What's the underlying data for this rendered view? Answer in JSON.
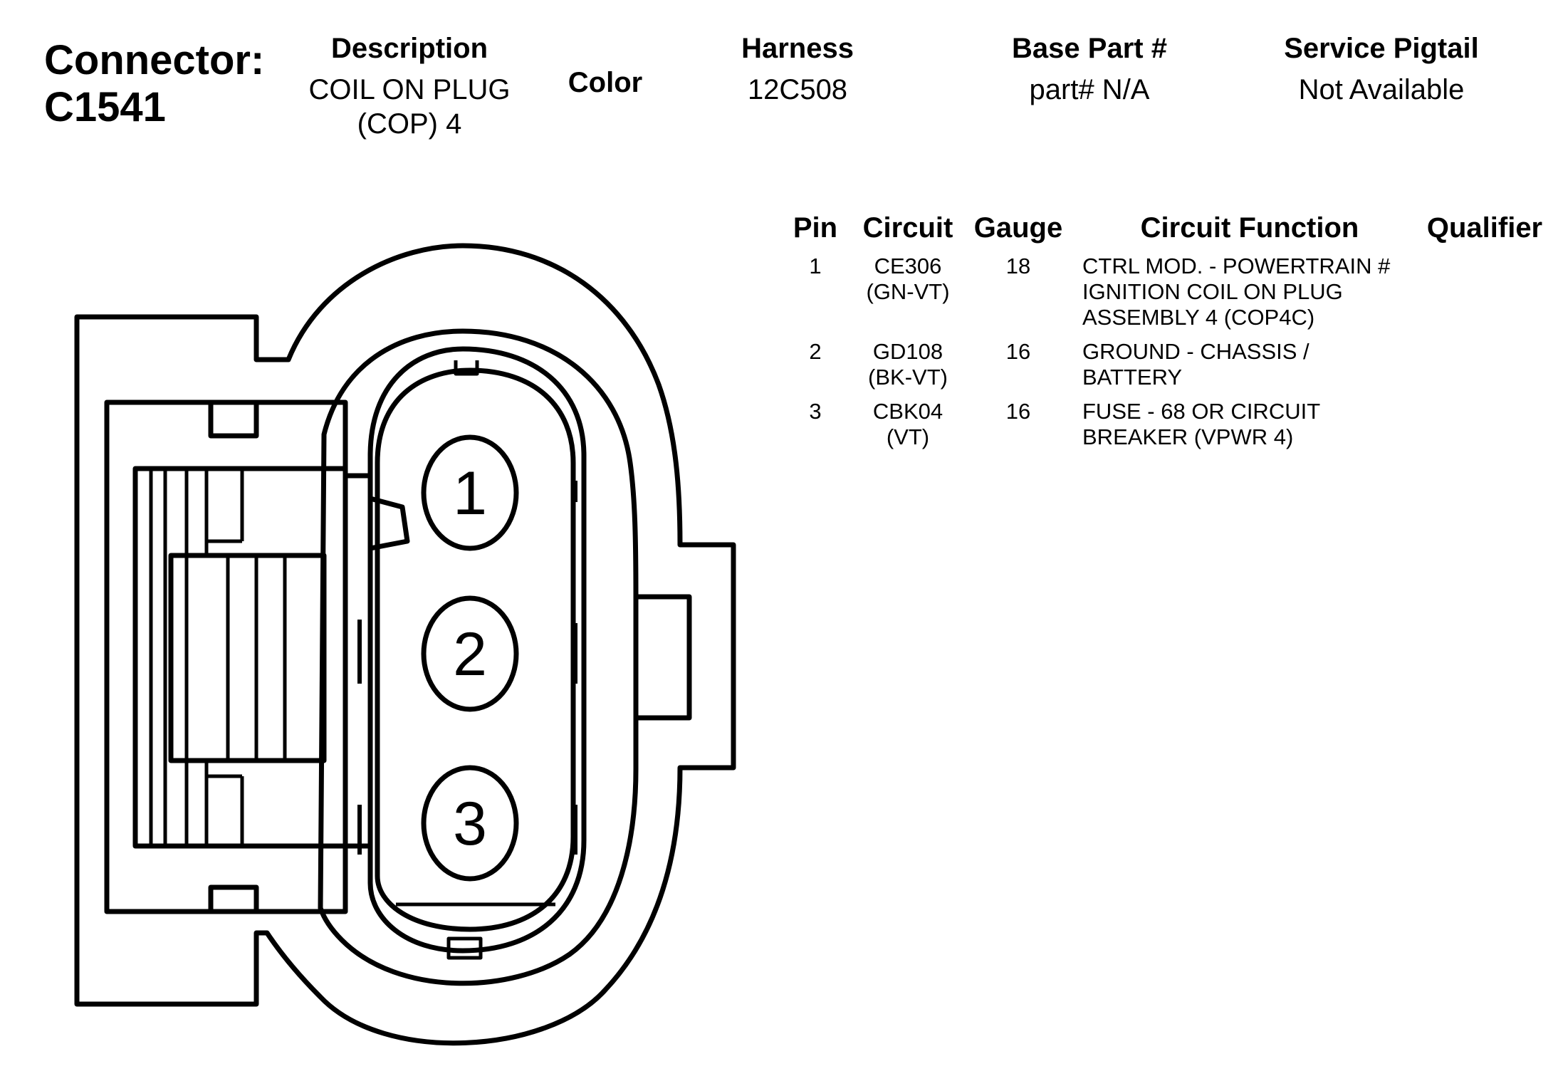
{
  "connector": {
    "label": "Connector:",
    "id": "C1541"
  },
  "header": {
    "description": {
      "label": "Description",
      "lines": [
        "COIL ON PLUG",
        "(COP) 4"
      ]
    },
    "color": {
      "label": "Color",
      "value": ""
    },
    "harness": {
      "label": "Harness",
      "value": "12C508"
    },
    "base_part": {
      "label": "Base Part #",
      "value": "part# N/A"
    },
    "service_pigtail": {
      "label": "Service Pigtail",
      "value": "Not Available"
    }
  },
  "pin_table": {
    "columns": [
      "Pin",
      "Circuit",
      "Gauge",
      "Circuit Function",
      "Qualifier"
    ],
    "rows": [
      {
        "pin": "1",
        "circuit": [
          "CE306",
          "(GN-VT)"
        ],
        "gauge": "18",
        "function": [
          "CTRL MOD. - POWERTRAIN #",
          "IGNITION COIL ON PLUG",
          "ASSEMBLY 4 (COP4C)"
        ],
        "qualifier": ""
      },
      {
        "pin": "2",
        "circuit": [
          "GD108",
          "(BK-VT)"
        ],
        "gauge": "16",
        "function": [
          "GROUND - CHASSIS /",
          "BATTERY"
        ],
        "qualifier": ""
      },
      {
        "pin": "3",
        "circuit": [
          "CBK04",
          "(VT)"
        ],
        "gauge": "16",
        "function": [
          "FUSE - 68 OR CIRCUIT",
          "BREAKER (VPWR 4)"
        ],
        "qualifier": ""
      }
    ]
  },
  "diagram": {
    "pin_labels": [
      "1",
      "2",
      "3"
    ]
  }
}
